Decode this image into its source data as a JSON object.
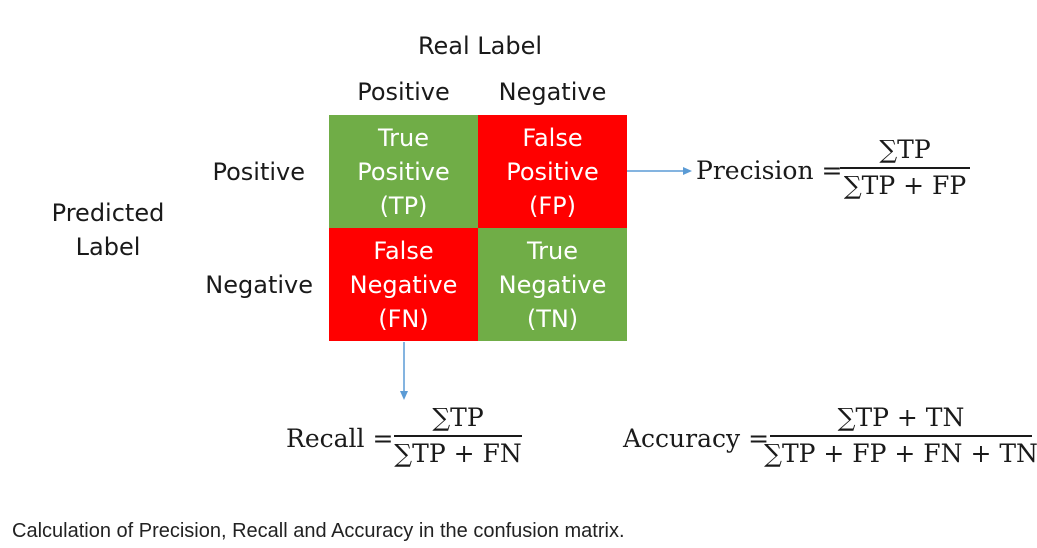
{
  "header": {
    "real_label": "Real Label",
    "col_positive": "Positive",
    "col_negative": "Negative"
  },
  "rows": {
    "predicted_label_line1": "Predicted",
    "predicted_label_line2": "Label",
    "row_positive": "Positive",
    "row_negative": "Negative"
  },
  "matrix": {
    "tp": [
      "True",
      "Positive",
      "(TP)"
    ],
    "fp": [
      "False",
      "Positive",
      "(FP)"
    ],
    "fn": [
      "False",
      "Negative",
      "(FN)"
    ],
    "tn": [
      "True",
      "Negative",
      "(TN)"
    ]
  },
  "formulas": {
    "precision": {
      "lhs": "Precision =",
      "num": "∑TP",
      "den": "∑TP + FP"
    },
    "recall": {
      "lhs": "Recall =",
      "num": "∑TP",
      "den": "∑TP + FN"
    },
    "accuracy": {
      "lhs": "Accuracy =",
      "num": "∑TP + TN",
      "den": "∑TP + FP + FN + TN"
    }
  },
  "caption": "Calculation of Precision, Recall and Accuracy in the confusion matrix.",
  "colors": {
    "true_cell": "#70ad47",
    "false_cell": "#ff0000",
    "arrow": "#5b9bd5"
  }
}
